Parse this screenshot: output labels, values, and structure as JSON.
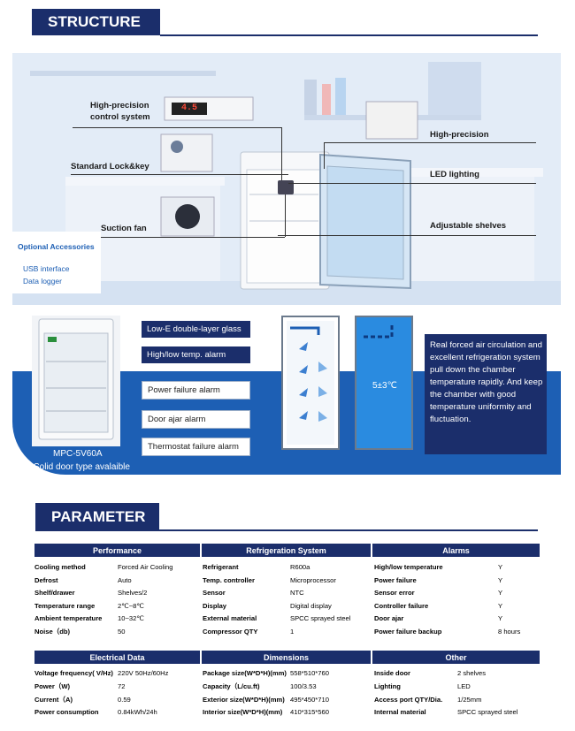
{
  "structure": {
    "title": "STRUCTURE",
    "callouts": {
      "control": "High-precision\ncontrol system",
      "lock": "Standard Lock&key",
      "fan": "Suction fan",
      "optional_title": "Optional Accessories",
      "usb": "USB interface",
      "logger": "Data logger",
      "high_precision": "High-precision",
      "led": "LED lighting",
      "shelves": "Adjustable shelves"
    },
    "display_value": "4.5"
  },
  "features": {
    "model": "MPC-5V60A",
    "solid_door": "Solid door type avalaible",
    "items": [
      "Low-E double-layer glass",
      "High/low temp. alarm",
      "Power failure alarm",
      "Door ajar alarm",
      "Thermostat failure alarm"
    ],
    "temp_label": "5±3℃",
    "description": "Real forced air circulation and excellent refrigeration system pull down the chamber temperature rapidly. And keep the chamber with good temperature uniformity and fluctuation."
  },
  "parameter": {
    "title": "PARAMETER",
    "performance": {
      "header": "Performance",
      "rows": [
        [
          "Cooling method",
          "Forced Air Cooling"
        ],
        [
          "Defrost",
          "Auto"
        ],
        [
          "Shelf/drawer",
          "Shelves/2"
        ],
        [
          "Temperature range",
          "2℃~8℃"
        ],
        [
          "Ambient temperature",
          "10~32℃"
        ],
        [
          "Noise（db)",
          "50"
        ]
      ]
    },
    "refrigeration": {
      "header": "Refrigeration System",
      "rows": [
        [
          "Refrigerant",
          "R600a"
        ],
        [
          "Temp. controller",
          "Microprocessor"
        ],
        [
          "Sensor",
          "NTC"
        ],
        [
          "Display",
          "Digital display"
        ],
        [
          "External material",
          "SPCC sprayed steel"
        ],
        [
          "Compressor QTY",
          "1"
        ]
      ]
    },
    "alarms": {
      "header": "Alarms",
      "rows": [
        [
          "High/low temperature",
          "Y"
        ],
        [
          "Power failure",
          "Y"
        ],
        [
          "Sensor error",
          "Y"
        ],
        [
          "Controller  failure",
          "Y"
        ],
        [
          "Door ajar",
          "Y"
        ],
        [
          "Power failure backup",
          "8 hours"
        ]
      ]
    },
    "electrical": {
      "header": "Electrical Data",
      "rows": [
        [
          "Voltage frequency( V/Hz)",
          "220V 50Hz/60Hz"
        ],
        [
          "Power（W)",
          "72"
        ],
        [
          "Current（A)",
          "0.59"
        ],
        [
          "Power consumption",
          "0.84kWh/24h"
        ]
      ]
    },
    "dimensions": {
      "header": "Dimensions",
      "rows": [
        [
          "Package size(W*D*H)(mm)",
          "558*510*760"
        ],
        [
          "Capacity（L/cu.ft)",
          "100/3.53"
        ],
        [
          "Exterior size(W*D*H)(mm)",
          "495*450*710"
        ],
        [
          "Interior size(W*D*H)(mm)",
          "410*315*560"
        ]
      ]
    },
    "other": {
      "header": "Other",
      "rows": [
        [
          "Inside door",
          "2 shelves"
        ],
        [
          "Lighting",
          "LED"
        ],
        [
          "Access port QTY/Dia.",
          "1/25mm"
        ],
        [
          "Internal material",
          "SPCC sprayed steel"
        ]
      ]
    }
  },
  "colors": {
    "navy": "#1b2e6b",
    "blue": "#1d5fb4",
    "light_bg": "#dfe9f6"
  }
}
